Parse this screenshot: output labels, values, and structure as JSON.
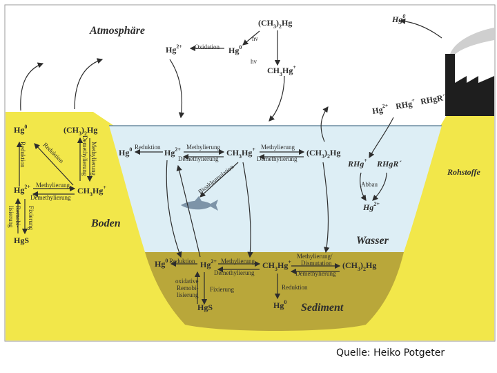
{
  "caption": "Quelle: Heiko Potgeter",
  "regions": {
    "atmosphere": "Atmosphäre",
    "soil": "Boden",
    "water": "Wasser",
    "sediment": "Sediment",
    "raw_materials": "Rohstoffe"
  },
  "species": {
    "hg0": "Hg",
    "hg0_sup": "0",
    "hg2": "Hg",
    "hg2_sup": "2+",
    "dimethyl": "(CH",
    "dimethyl_tail": ")",
    "dimethyl_sub": "3",
    "dimethyl_sub2": "2",
    "dimethyl_hg": "Hg",
    "methyl": "CH",
    "methyl_sub": "3",
    "methyl_hg": "Hg",
    "methyl_sup": "+",
    "hgs": "HgS",
    "rhg": "RHg",
    "rhg_sup": "+",
    "rhgr": "RHgR´"
  },
  "processes": {
    "oxidation": "Oxidation",
    "hv": "hv",
    "reduction": "Reduktion",
    "methylation": "Methylierung",
    "demethylation": "Demethylierung",
    "bioaccumulation": "Bioakkumulation",
    "fixation": "Fixierung",
    "remobilisation_soil_1": "Remobi-",
    "remobilisation_soil_2": "lisierung",
    "oxidative_remob_1": "oxidative",
    "oxidative_remob_2": "Remobi-",
    "oxidative_remob_3": "lisierung",
    "methylation_dismutation_1": "Methylierung/",
    "methylation_dismutation_2": "Dismutation",
    "degradation": "Abbau"
  },
  "colors": {
    "ground": "#f2e74a",
    "water": "#ddeef5",
    "sediment": "#b9a73a",
    "factory": "#1e1e1e",
    "text": "#2d2d2d"
  }
}
